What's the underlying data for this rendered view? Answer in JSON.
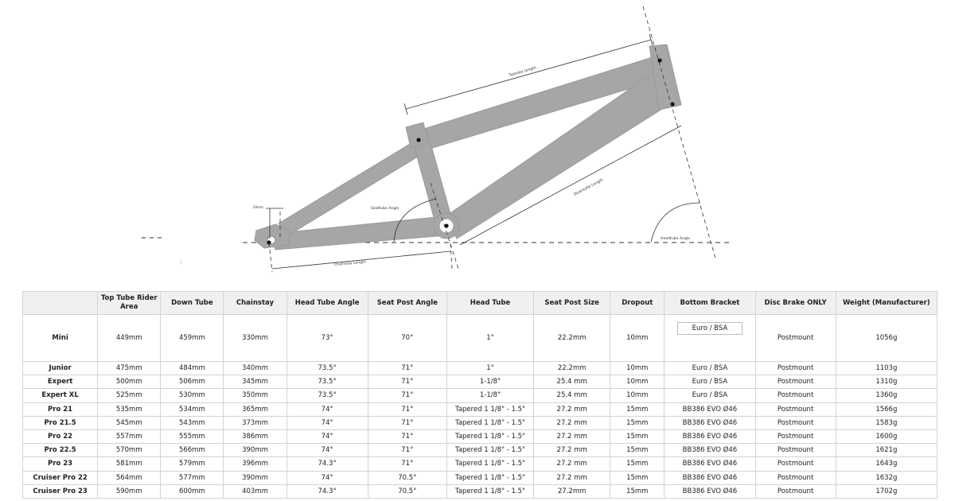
{
  "diagram": {
    "labels": {
      "toptube": "Toptube Length",
      "downtube": "Downtube Length",
      "seattube_angle": "Seattube Angle",
      "headtube_angle": "Headtube Angle",
      "chainstay": "Chainstay Length",
      "dropout": "20mm"
    }
  },
  "table": {
    "headers": [
      "",
      "Top Tube Rider Area",
      "Down Tube",
      "Chainstay",
      "Head Tube Angle",
      "Seat Post Angle",
      "Head Tube",
      "Seat Post Size",
      "Dropout",
      "Bottom Bracket",
      "Disc Brake ONLY",
      "Weight (Manufacturer)"
    ],
    "rows": [
      [
        "Mini",
        "449mm",
        "459mm",
        "330mm",
        "73°",
        "70°",
        "1\"",
        "22.2mm",
        "10mm",
        "Euro / BSA",
        "Postmount",
        "1056g"
      ],
      [
        "Junior",
        "475mm",
        "484mm",
        "340mm",
        "73.5°",
        "71°",
        "1\"",
        "22.2mm",
        "10mm",
        "Euro / BSA",
        "Postmount",
        "1103g"
      ],
      [
        "Expert",
        "500mm",
        "506mm",
        "345mm",
        "73.5°",
        "71°",
        "1-1/8\"",
        "25.4 mm",
        "10mm",
        "Euro / BSA",
        "Postmount",
        "1310g"
      ],
      [
        "Expert XL",
        "525mm",
        "530mm",
        "350mm",
        "73.5°",
        "71°",
        "1-1/8\"",
        "25.4 mm",
        "10mm",
        "Euro / BSA",
        "Postmount",
        "1360g"
      ],
      [
        "Pro 21",
        "535mm",
        "534mm",
        "365mm",
        "74°",
        "71°",
        "Tapered 1 1/8\" - 1.5\"",
        "27.2 mm",
        "15mm",
        "BB386 EVO Ø46",
        "Postmount",
        "1566g"
      ],
      [
        "Pro 21.5",
        "545mm",
        "543mm",
        "373mm",
        "74°",
        "71°",
        "Tapered 1 1/8\" - 1.5\"",
        "27.2 mm",
        "15mm",
        "BB386 EVO Ø46",
        "Postmount",
        "1583g"
      ],
      [
        "Pro 22",
        "557mm",
        "555mm",
        "386mm",
        "74°",
        "71°",
        "Tapered 1 1/8\" - 1.5\"",
        "27.2 mm",
        "15mm",
        "BB386 EVO Ø46",
        "Postmount",
        "1600g"
      ],
      [
        "Pro 22.5",
        "570mm",
        "566mm",
        "390mm",
        "74°",
        "71°",
        "Tapered 1 1/8\" - 1.5\"",
        "27.2 mm",
        "15mm",
        "BB386 EVO Ø46",
        "Postmount",
        "1621g"
      ],
      [
        "Pro 23",
        "581mm",
        "579mm",
        "396mm",
        "74.3°",
        "71°",
        "Tapered 1 1/8\" - 1.5\"",
        "27.2 mm",
        "15mm",
        "BB386 EVO Ø46",
        "Postmount",
        "1643g"
      ],
      [
        "Cruiser Pro 22",
        "564mm",
        "577mm",
        "390mm",
        "74°",
        "70.5°",
        "Tapered 1 1/8\" - 1.5\"",
        "27.2 mm",
        "15mm",
        "BB386 EVO Ø46",
        "Postmount",
        "1632g"
      ],
      [
        "Cruiser Pro 23",
        "590mm",
        "600mm",
        "403mm",
        "74.3°",
        "70.5°",
        "Tapered 1 1/8\" - 1.5\"",
        "27.2mm",
        "15mm",
        "BB386 EVO Ø46",
        "Postmount",
        "1702g"
      ]
    ]
  },
  "colors": {
    "frame": "#a6a6a6",
    "frame_stroke": "#9a9a9a",
    "line": "#222222",
    "header_bg": "#f0f0f0",
    "border": "#d3d3d3"
  }
}
